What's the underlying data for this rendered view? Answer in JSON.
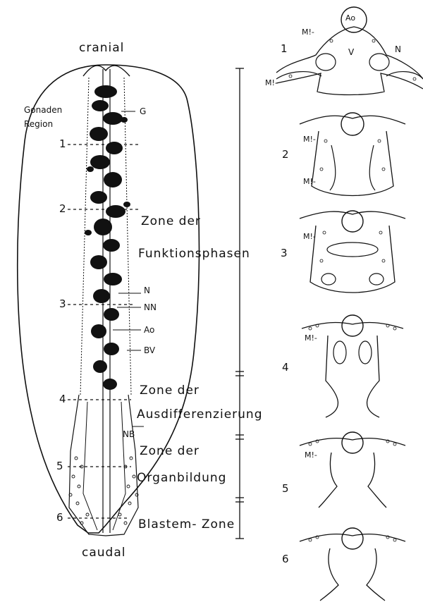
{
  "orientation": {
    "top": "cranial",
    "bottom": "caudal"
  },
  "region_label": {
    "line1": "Gonaden",
    "line2": "Region"
  },
  "embryo_labels": {
    "G": "G",
    "N": "N",
    "NN": "NN",
    "Ao": "Ao",
    "BV": "BV",
    "NB": "NB"
  },
  "section_numbers": [
    "1",
    "2",
    "3",
    "4",
    "5",
    "6"
  ],
  "zones": {
    "z1_line1": "Zone der",
    "z1_line2": "Funktionsphasen",
    "z2_line1": "Zone der",
    "z2_line2": "Ausdifferenzierung",
    "z3_line1": "Zone der",
    "z3_line2": "Organbildung",
    "z4": "Blastem- Zone"
  },
  "section_labels": {
    "M": "M!-",
    "Ao": "Ao",
    "V": "V",
    "N": "N"
  }
}
